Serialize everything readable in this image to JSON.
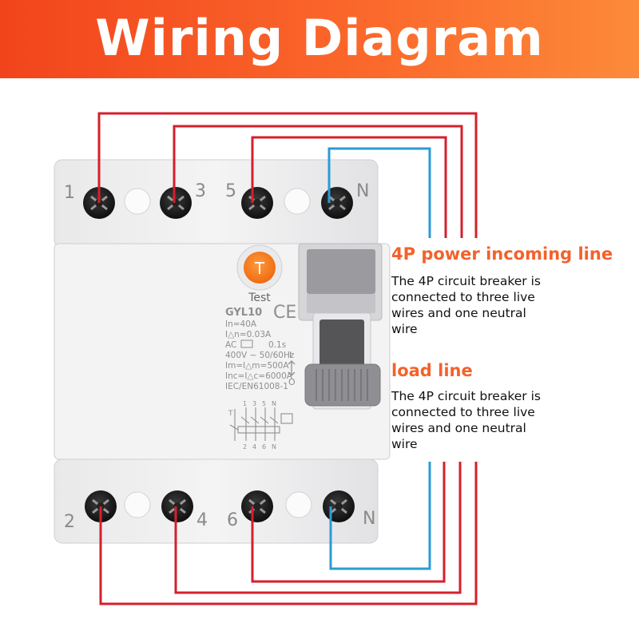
{
  "title": "Wiring Diagram",
  "device": {
    "terminals_top": [
      "1",
      "3",
      "5",
      "N"
    ],
    "terminals_bottom": [
      "2",
      "4",
      "6",
      "N"
    ],
    "test_button": "T",
    "test_label": "Test",
    "model": "GYL10",
    "ce_mark": "CE",
    "specs": [
      "In=40A",
      "I△n=0.03A",
      "AC",
      "0.1s",
      "400V ~ 50/60Hz",
      "Im=I△m=500A",
      "Inc=I△c=6000A",
      "IEC/EN61008-1"
    ],
    "lever_marks": [
      "I",
      "O"
    ],
    "schematic_labels_top": [
      "1",
      "3",
      "5",
      "N"
    ],
    "schematic_labels_bottom": [
      "2",
      "4",
      "6",
      "N"
    ],
    "schematic_test": "T"
  },
  "annotations": {
    "incoming": {
      "heading": "4P power incoming line",
      "lines": [
        "The 4P circuit breaker is",
        "connected to three live",
        "wires and one neutral",
        "wire"
      ]
    },
    "load": {
      "heading": "load line",
      "lines": [
        "The 4P circuit breaker is",
        "connected to three live",
        "wires and one neutral",
        "wire"
      ]
    }
  },
  "colors": {
    "banner": "#f4511e",
    "live_wire": "#d61f2c",
    "neutral_wire": "#2a9bd8",
    "accent_text": "#f3622b",
    "test_button": "#f7761e"
  }
}
